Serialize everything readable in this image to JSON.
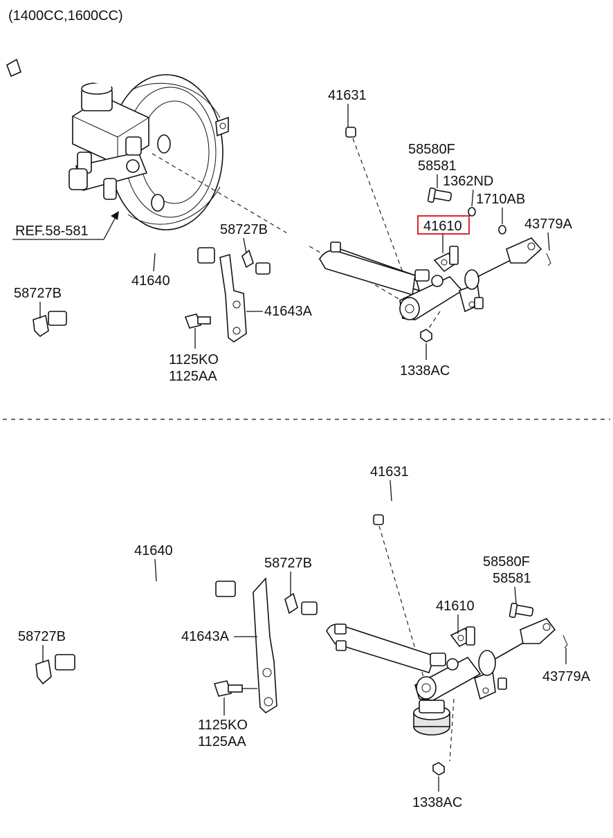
{
  "header": {
    "engine_variant": "(1400CC,1600CC)"
  },
  "colors": {
    "highlight": "#e0242b",
    "line": "#111111"
  },
  "upper": {
    "labels": {
      "p41631": "41631",
      "p58580f": "58580F",
      "p58581": "58581",
      "p1362nd": "1362ND",
      "p1710ab": "1710AB",
      "p41610": "41610",
      "p43779a": "43779A",
      "ref": "REF.58-581",
      "p58727b_top": "58727B",
      "p41640": "41640",
      "p58727b_left": "58727B",
      "p41643a": "41643A",
      "p1125ko": "1125KO",
      "p1125aa": "1125AA",
      "p1338ac": "1338AC"
    },
    "highlighted_part": "41610"
  },
  "lower": {
    "labels": {
      "p41631": "41631",
      "p41640": "41640",
      "p58727b_top": "58727B",
      "p58580f": "58580F",
      "p58581": "58581",
      "p41610": "41610",
      "p58727b_left": "58727B",
      "p41643a": "41643A",
      "p43779a": "43779A",
      "p1125ko": "1125KO",
      "p1125aa": "1125AA",
      "p1338ac": "1338AC"
    }
  }
}
